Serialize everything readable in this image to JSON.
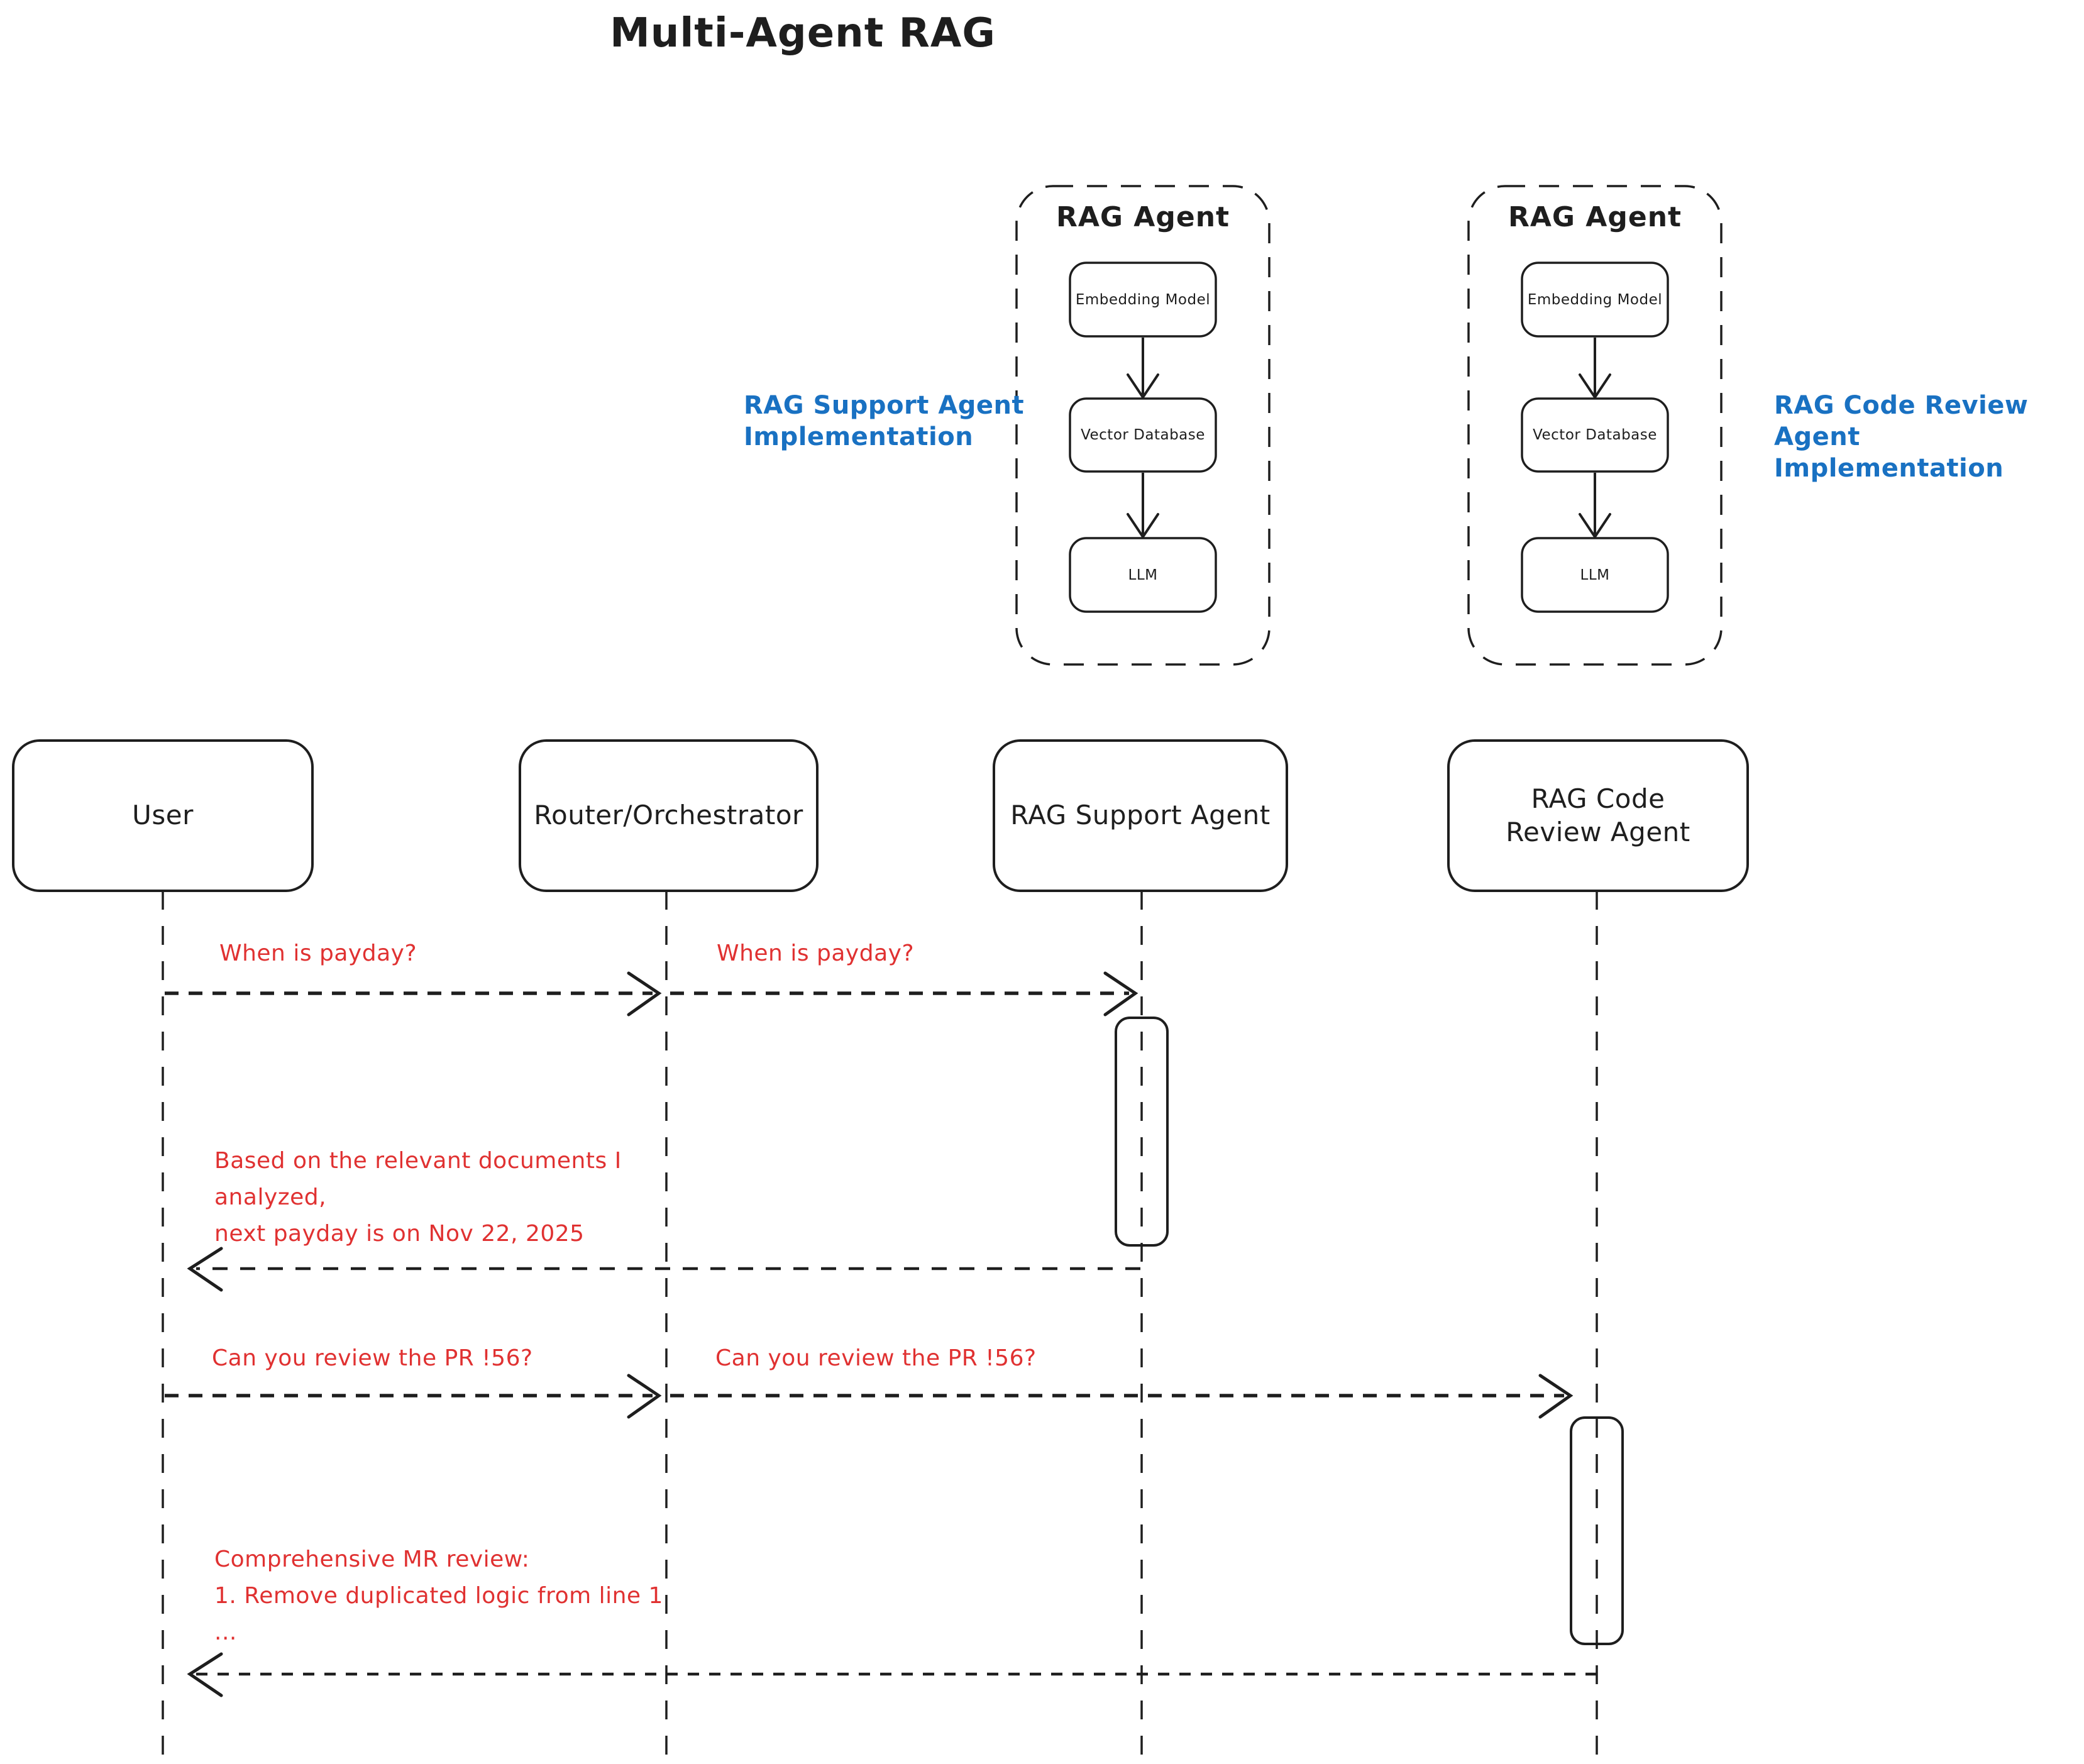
{
  "diagram": {
    "title": "Multi-Agent RAG",
    "type": "sequence-diagram",
    "colors": {
      "stroke": "#1e1e1e",
      "message_text": "#e03131",
      "annotation_text": "#1971c2",
      "background": "#ffffff"
    },
    "agents": [
      {
        "title": "RAG Agent",
        "components": [
          "Embedding Model",
          "Vector Database",
          "LLM"
        ]
      },
      {
        "title": "RAG Agent",
        "components": [
          "Embedding Model",
          "Vector Database",
          "LLM"
        ]
      }
    ],
    "annotations": [
      {
        "text": "RAG Support Agent\nImplementation"
      },
      {
        "text": "RAG Code Review Agent\nImplementation"
      }
    ],
    "actors": [
      {
        "name": "User"
      },
      {
        "name": "Router/Orchestrator"
      },
      {
        "name": "RAG Support Agent"
      },
      {
        "name": "RAG Code Review Agent"
      }
    ],
    "messages": [
      {
        "from": "User",
        "to": "Router/Orchestrator",
        "label": "When is payday?"
      },
      {
        "from": "Router/Orchestrator",
        "to": "RAG Support Agent",
        "label": "When is payday?"
      },
      {
        "from": "RAG Support Agent",
        "to": "User",
        "label": "Based on the relevant documents I\nanalyzed,\nnext payday is on Nov 22, 2025"
      },
      {
        "from": "User",
        "to": "Router/Orchestrator",
        "label": "Can you review the PR !56?"
      },
      {
        "from": "Router/Orchestrator",
        "to": "RAG Code Review Agent",
        "label": "Can you review the PR !56?"
      },
      {
        "from": "RAG Code Review Agent",
        "to": "User",
        "label": "Comprehensive MR review:\n1. Remove duplicated logic from line 1\n..."
      }
    ]
  }
}
